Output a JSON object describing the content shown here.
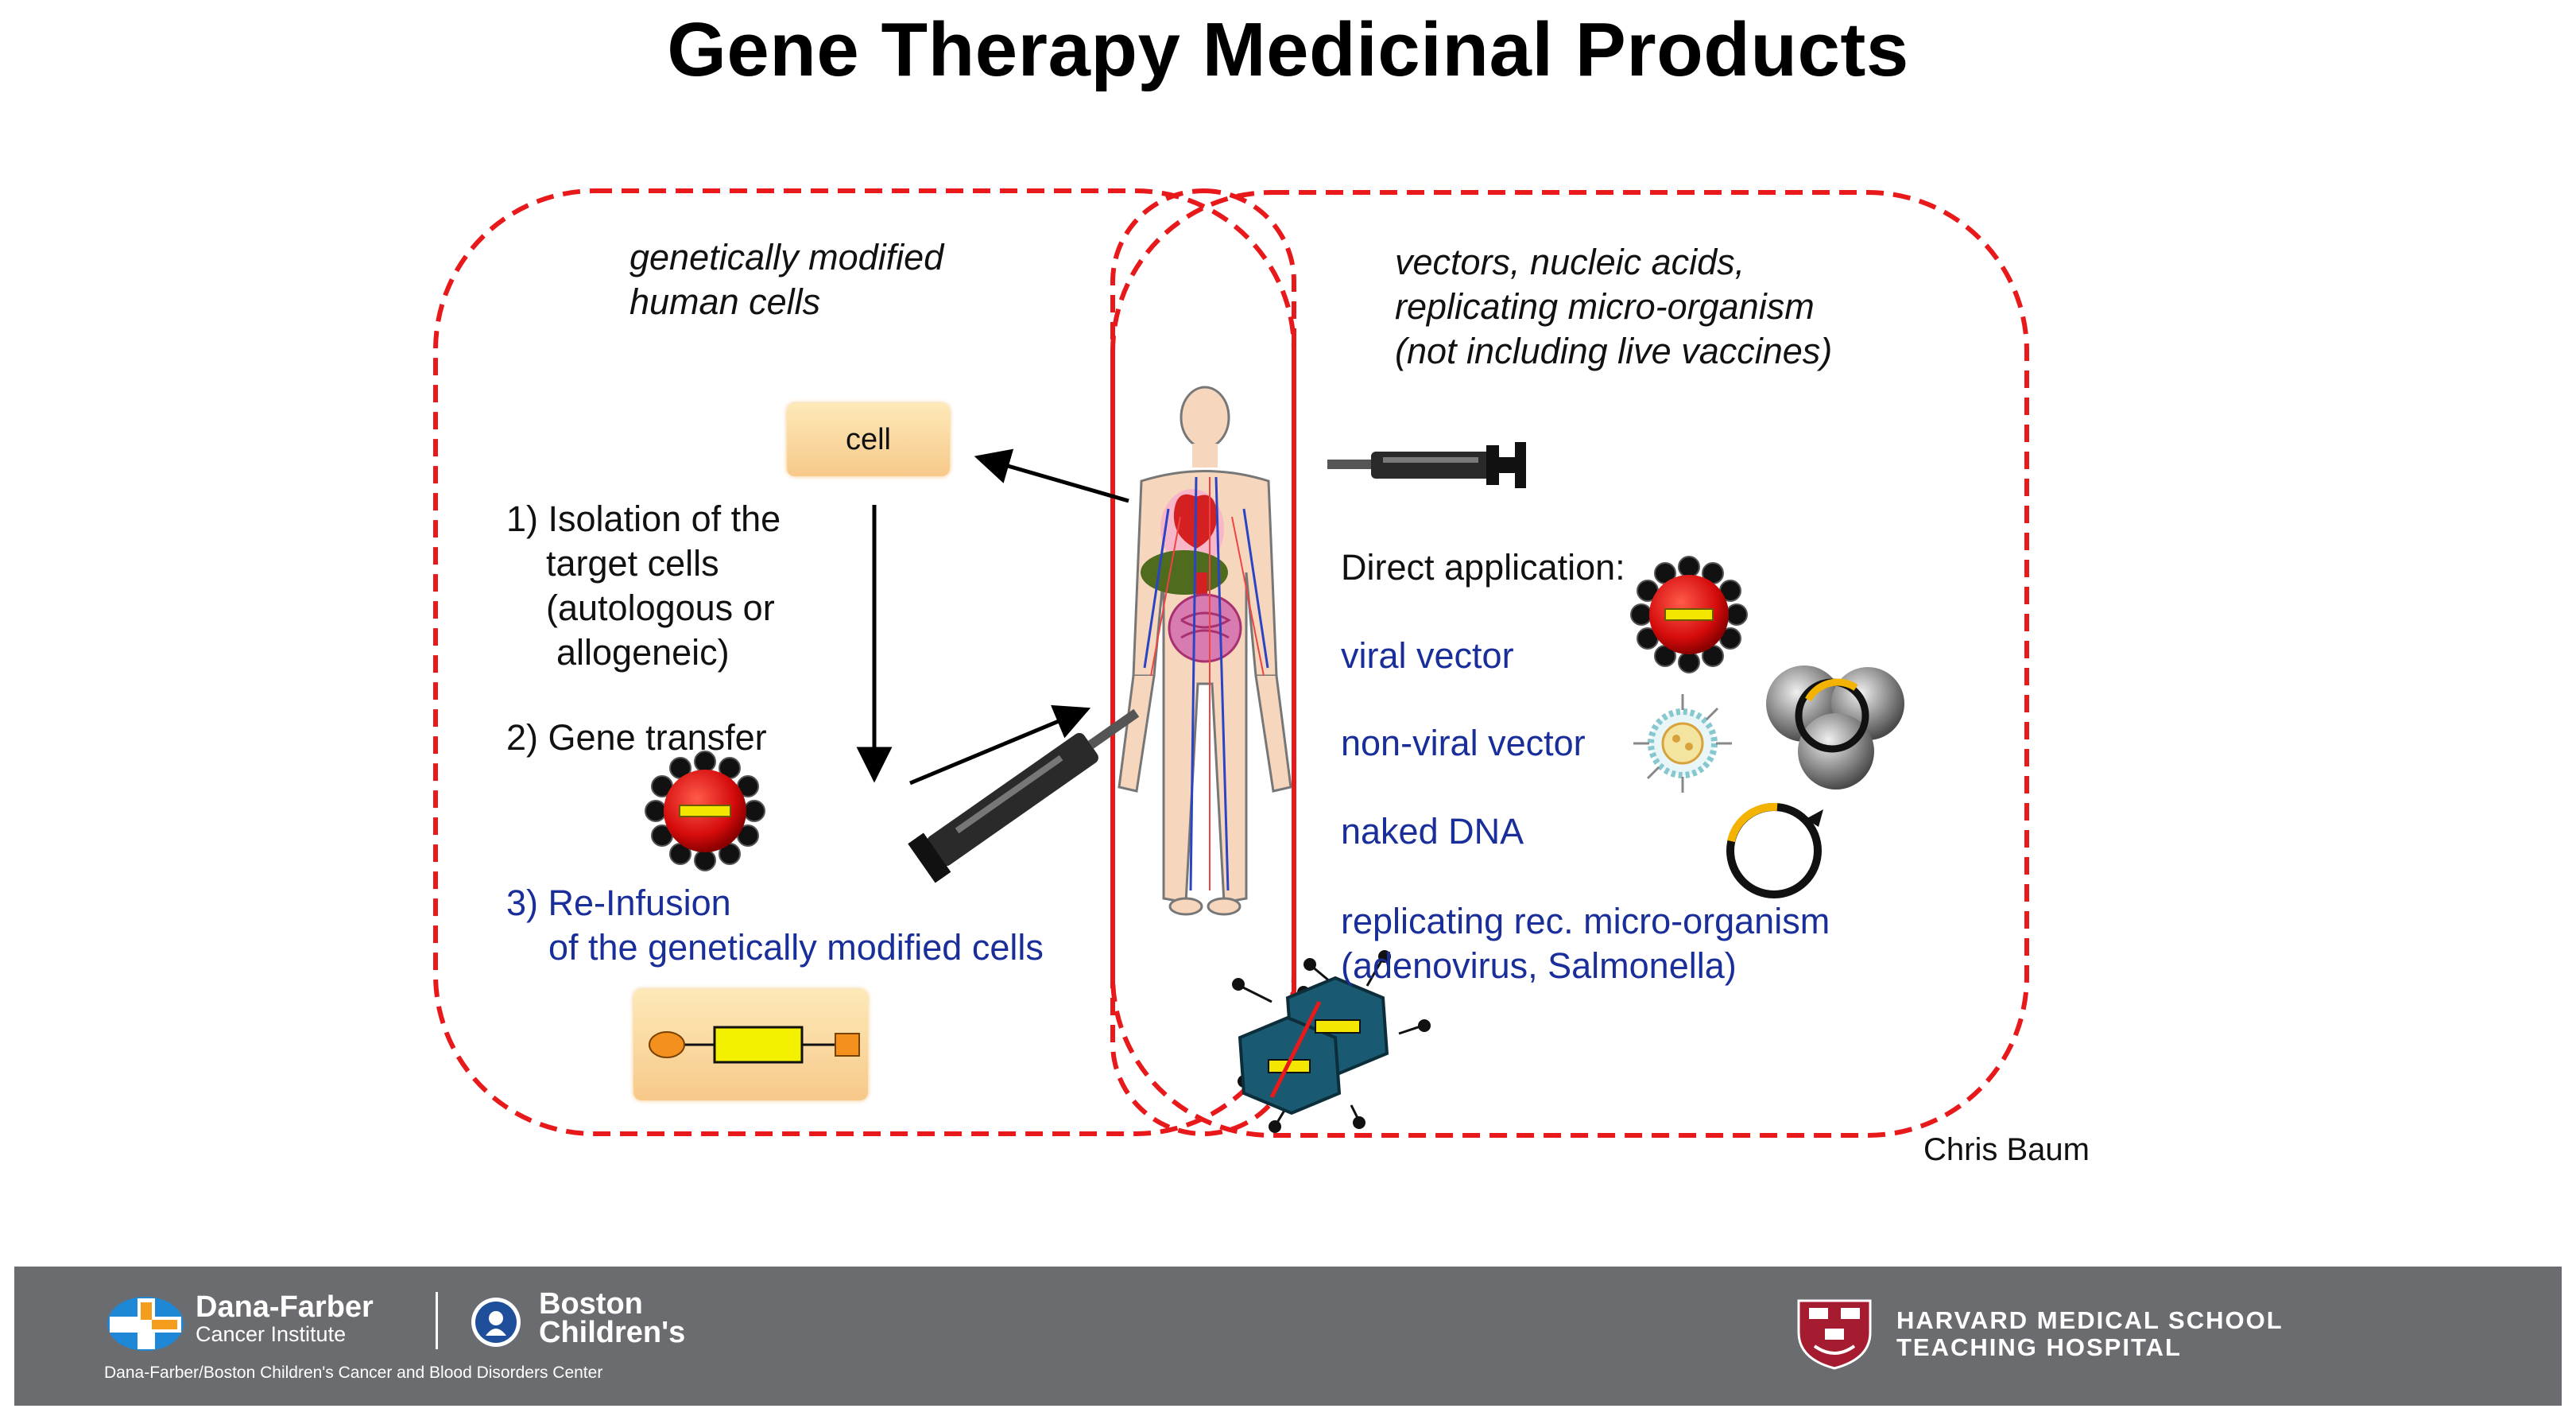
{
  "title": "Gene Therapy Medicinal Products",
  "left_panel": {
    "heading": [
      "genetically modified",
      "human cells"
    ],
    "cell_label": "cell",
    "step1": [
      "1) Isolation of the",
      "target cells",
      "(autologous or",
      "allogeneic)"
    ],
    "step2": "2) Gene transfer",
    "step3": [
      "3) Re-Infusion",
      "of the genetically modified cells"
    ]
  },
  "right_panel": {
    "heading": [
      "vectors, nucleic acids,",
      "replicating micro-organism",
      "(not including live vaccines)"
    ],
    "direct_label": "Direct application:",
    "items": [
      "viral vector",
      "non-viral vector",
      "naked DNA",
      "replicating rec. micro-organism",
      "(adenovirus, Salmonella)"
    ]
  },
  "credit": "Chris Baum",
  "footer": {
    "dana_farber": "Dana-Farber",
    "dana_farber_sub": "Cancer Institute",
    "boston_childrens": [
      "Boston",
      "Children's"
    ],
    "center_name": "Dana-Farber/Boston Children's Cancer and Blood Disorders Center",
    "harvard": [
      "HARVARD MEDICAL SCHOOL",
      "TEACHING HOSPITAL"
    ]
  },
  "colors": {
    "dashed_outline": "#e8191b",
    "blue_text": "#1a2e9a",
    "footer_bg": "#6b6c6f",
    "cell_box": "#f7c98a"
  }
}
